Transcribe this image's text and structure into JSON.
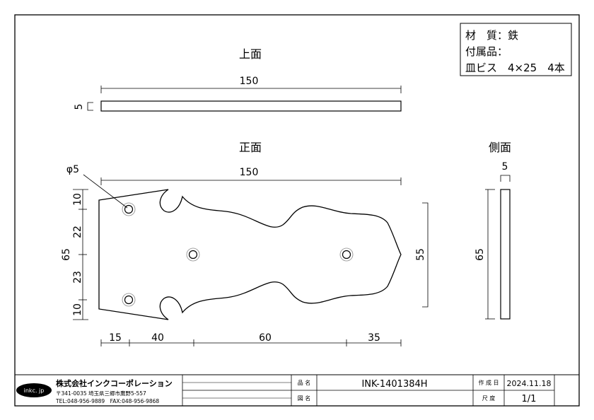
{
  "views": {
    "top": "上面",
    "front": "正面",
    "side": "側面"
  },
  "material": {
    "line1": "材　質：鉄",
    "line2": "付属品：",
    "line3": "皿ビス　4×25　4本"
  },
  "dimensions": {
    "top_length": "150",
    "top_thickness": "5",
    "front_length": "150",
    "hole_dia": "φ5",
    "front_height": "65",
    "seg_10a": "10",
    "seg_22": "22",
    "seg_23": "23",
    "seg_10b": "10",
    "tip_height": "55",
    "h_15": "15",
    "h_40": "40",
    "h_60": "60",
    "h_35": "35",
    "side_thickness": "5",
    "side_height": "65"
  },
  "title_block": {
    "logo": "inkc. jp",
    "company": "株式会社インクコーポレーション",
    "address": "〒341-0035 埼玉県三郷市鷹野5-557",
    "contact": "TEL:048-956-9889　FAX:048-956-9868",
    "label_name": "品 名",
    "product_code": "INK-1401384H",
    "label_drawing": "図 名",
    "label_date": "作 成 日",
    "date": "2024.11.18",
    "label_scale": "尺 度",
    "scale": "1/1"
  }
}
